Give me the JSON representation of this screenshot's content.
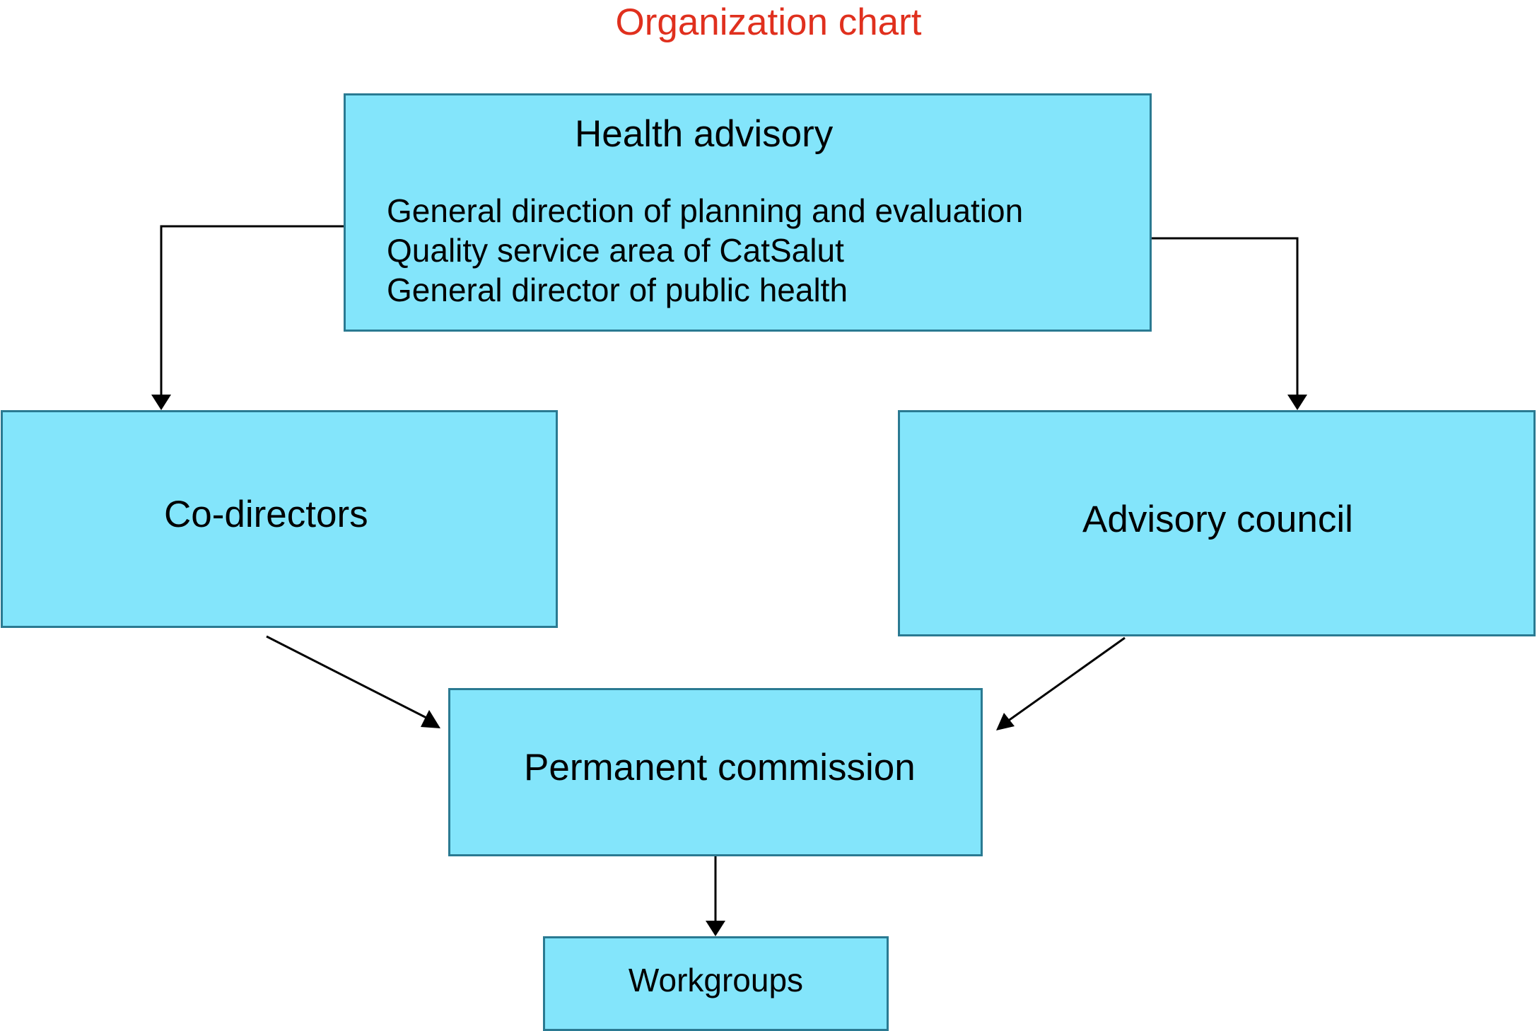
{
  "title": "Organization chart",
  "colors": {
    "title": "#e0301e",
    "box_fill": "#83e5fb",
    "box_border": "#2a7a92",
    "arrow": "#000000"
  },
  "nodes": {
    "health_advisory": {
      "heading": "Health advisory",
      "lines": [
        "General direction of planning and evaluation",
        "Quality service area of CatSalut",
        "General director of public health"
      ]
    },
    "co_directors": {
      "label": "Co-directors"
    },
    "advisory_council": {
      "label": "Advisory council"
    },
    "permanent_commission": {
      "label": "Permanent commission"
    },
    "workgroups": {
      "label": "Workgroups"
    }
  },
  "edges": [
    {
      "from": "Health advisory",
      "to": "Co-directors"
    },
    {
      "from": "Health advisory",
      "to": "Advisory council"
    },
    {
      "from": "Co-directors",
      "to": "Permanent commission"
    },
    {
      "from": "Advisory council",
      "to": "Permanent commission"
    },
    {
      "from": "Permanent commission",
      "to": "Workgroups"
    }
  ]
}
